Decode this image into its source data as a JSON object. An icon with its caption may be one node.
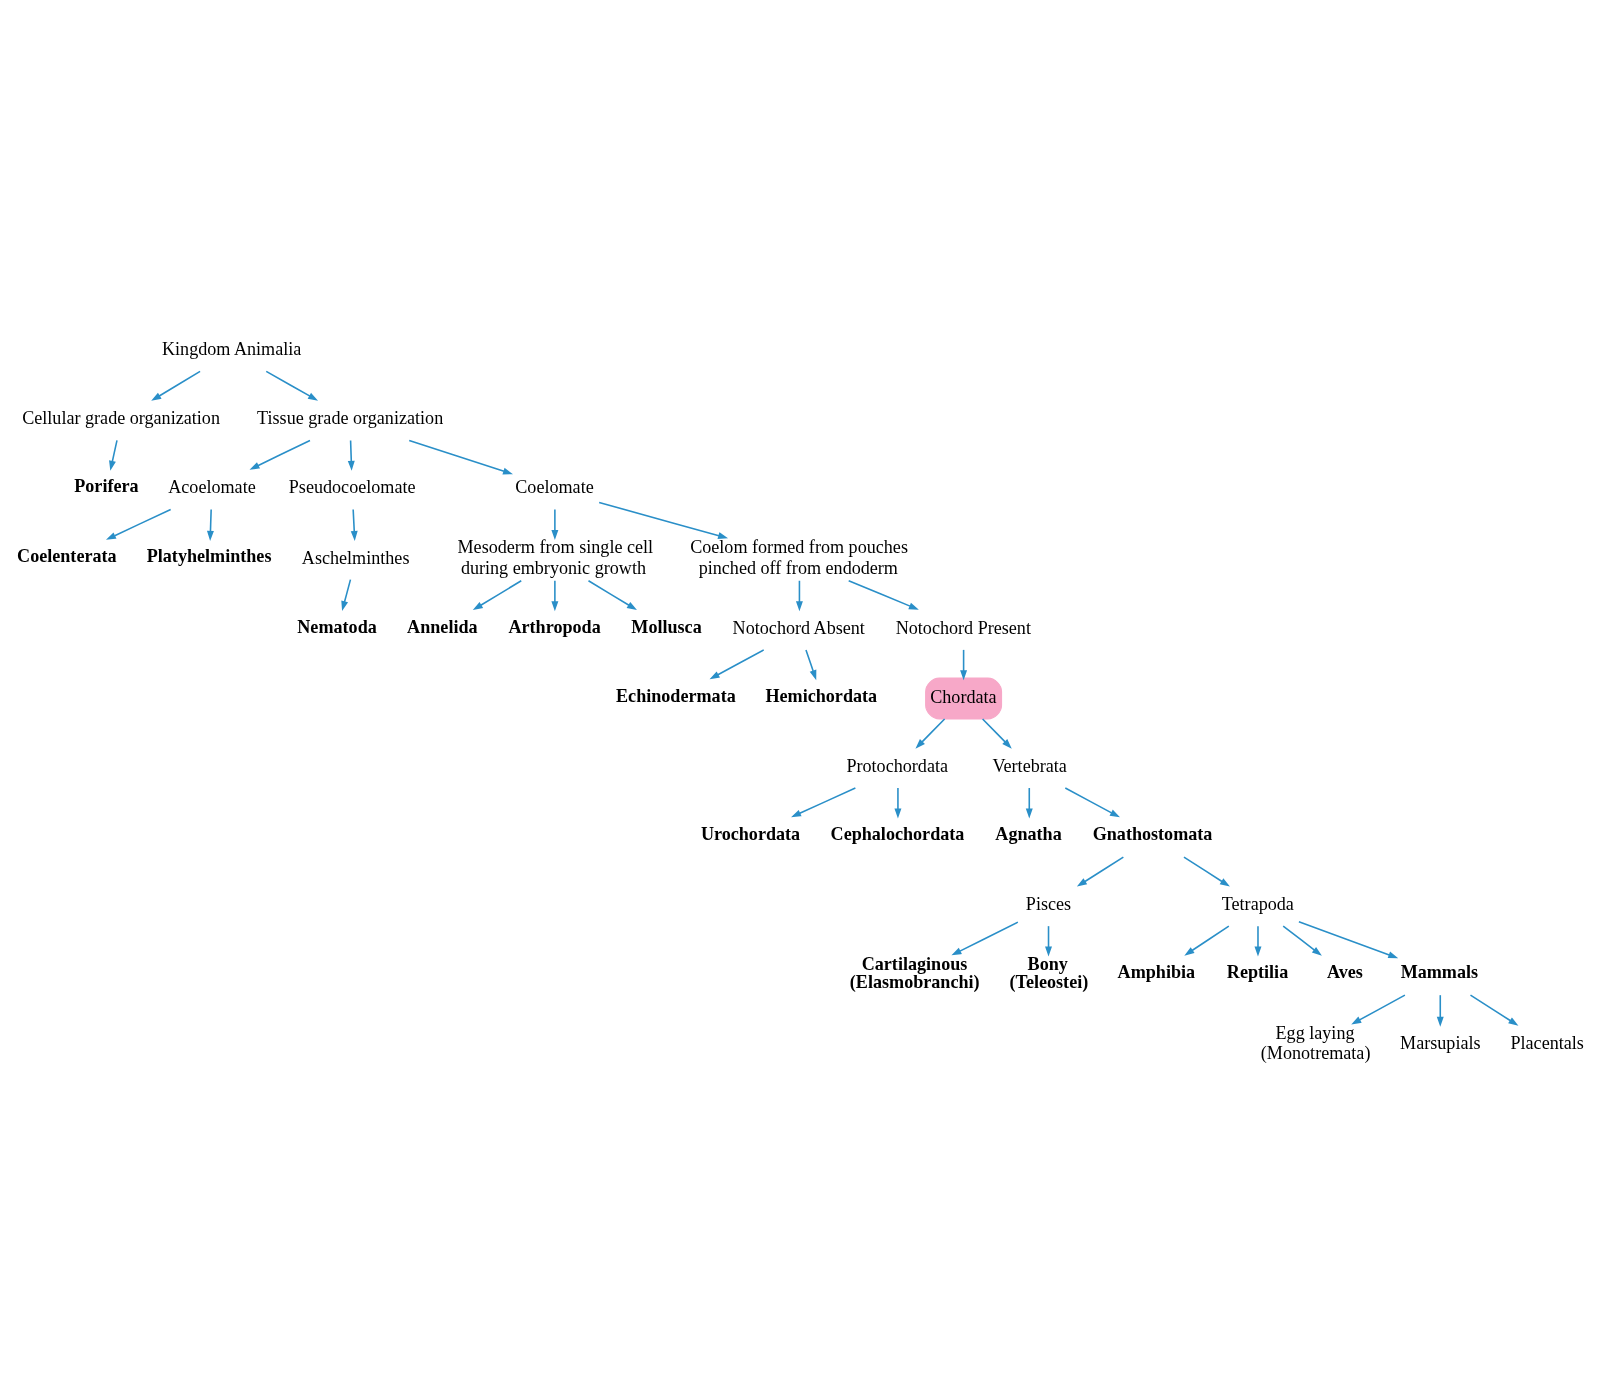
{
  "diagram": {
    "nodes": [
      {
        "text": [
          "Kingdom Animalia"
        ]
      },
      {
        "text": [
          "Cellular grade organization"
        ]
      },
      {
        "text": [
          "Tissue grade organization"
        ]
      },
      {
        "text": [
          "Porifera"
        ]
      },
      {
        "text": [
          "Acoelomate"
        ]
      },
      {
        "text": [
          "Pseudocoelomate"
        ]
      },
      {
        "text": [
          "Coelomate"
        ]
      },
      {
        "text": [
          "Aschelminthes"
        ]
      },
      {
        "text": [
          "Coelenterata"
        ]
      },
      {
        "text": [
          "Platyhelminthes"
        ]
      },
      {
        "text": [
          "Nematoda"
        ]
      },
      {
        "text": [
          "Mesoderm from single cell during embryonic growth"
        ]
      },
      {
        "text": [
          "Coelom formed from pouches pinched off from endoderm"
        ]
      },
      {
        "text": [
          "Annelida"
        ]
      },
      {
        "text": [
          "Arthropoda"
        ]
      },
      {
        "text": [
          "Mollusca"
        ]
      },
      {
        "text": [
          "Notochord Absent"
        ]
      },
      {
        "text": [
          "Notochord Present"
        ]
      },
      {
        "text": [
          "Chordata"
        ]
      },
      {
        "text": [
          "Echinodermata"
        ]
      },
      {
        "text": [
          "Hemichordata"
        ]
      },
      {
        "text": [
          "Protochordata"
        ]
      },
      {
        "text": [
          "Vertebrata"
        ]
      },
      {
        "text": [
          "Urochordata"
        ]
      },
      {
        "text": [
          "Cephalochordata"
        ]
      },
      {
        "text": [
          "Agnatha"
        ]
      },
      {
        "text": [
          "Gnathostomata"
        ]
      },
      {
        "text": [
          "Pisces"
        ]
      },
      {
        "text": [
          "Tetrapoda"
        ]
      },
      {
        "text": [
          "Cartilaginous (Elasmobranchi)"
        ]
      },
      {
        "text": [
          "Bony (Teleostei)"
        ]
      },
      {
        "text": [
          "Amphibia"
        ]
      },
      {
        "text": [
          "Reptilia"
        ]
      },
      {
        "text": [
          "Aves"
        ]
      },
      {
        "text": [
          "Mammals"
        ]
      },
      {
        "text": [
          "Egg laying (Monotremata)"
        ]
      },
      {
        "text": [
          "Marsupials"
        ]
      },
      {
        "text": [
          "Placentals"
        ]
      }
    ],
    "edges": [
      {
        "from": 0,
        "to": 1,
        "arrow": "to"
      },
      {
        "from": 0,
        "to": 2,
        "arrow": "to"
      },
      {
        "from": 1,
        "to": 3,
        "arrow": "to"
      },
      {
        "from": 2,
        "to": 4,
        "arrow": "to"
      },
      {
        "from": 2,
        "to": 5,
        "arrow": "to"
      },
      {
        "from": 2,
        "to": 6,
        "arrow": "to"
      },
      {
        "from": 4,
        "to": 8,
        "arrow": "to"
      },
      {
        "from": 4,
        "to": 9,
        "arrow": "to"
      },
      {
        "from": 5,
        "to": 7,
        "arrow": "to"
      },
      {
        "from": 7,
        "to": 10,
        "arrow": "to"
      },
      {
        "from": 6,
        "to": 11,
        "arrow": "to"
      },
      {
        "from": 6,
        "to": 12,
        "arrow": "to"
      },
      {
        "from": 11,
        "to": 13,
        "arrow": "to"
      },
      {
        "from": 11,
        "to": 14,
        "arrow": "to"
      },
      {
        "from": 11,
        "to": 15,
        "arrow": "to"
      },
      {
        "from": 12,
        "to": 16,
        "arrow": "to"
      },
      {
        "from": 12,
        "to": 17,
        "arrow": "to"
      },
      {
        "from": 16,
        "to": 19,
        "arrow": "to"
      },
      {
        "from": 16,
        "to": 20,
        "arrow": "to"
      },
      {
        "from": 17,
        "to": 18,
        "arrow": "to"
      },
      {
        "from": 18,
        "to": 21,
        "arrow": "to"
      },
      {
        "from": 18,
        "to": 22,
        "arrow": "to"
      },
      {
        "from": 21,
        "to": 23,
        "arrow": "to"
      },
      {
        "from": 21,
        "to": 24,
        "arrow": "to"
      },
      {
        "from": 22,
        "to": 25,
        "arrow": "to"
      },
      {
        "from": 22,
        "to": 26,
        "arrow": "to"
      },
      {
        "from": 26,
        "to": 27,
        "arrow": "to"
      },
      {
        "from": 26,
        "to": 28,
        "arrow": "to"
      },
      {
        "from": 27,
        "to": 29,
        "arrow": "to"
      },
      {
        "from": 27,
        "to": 30,
        "arrow": "to"
      },
      {
        "from": 28,
        "to": 31,
        "arrow": "to"
      },
      {
        "from": 28,
        "to": 32,
        "arrow": "to"
      },
      {
        "from": 28,
        "to": 33,
        "arrow": "to"
      },
      {
        "from": 28,
        "to": 34,
        "arrow": "to"
      },
      {
        "from": 34,
        "to": 35,
        "arrow": "to"
      },
      {
        "from": 34,
        "to": 36,
        "arrow": "to"
      },
      {
        "from": 34,
        "to": 37,
        "arrow": "to"
      }
    ]
  }
}
